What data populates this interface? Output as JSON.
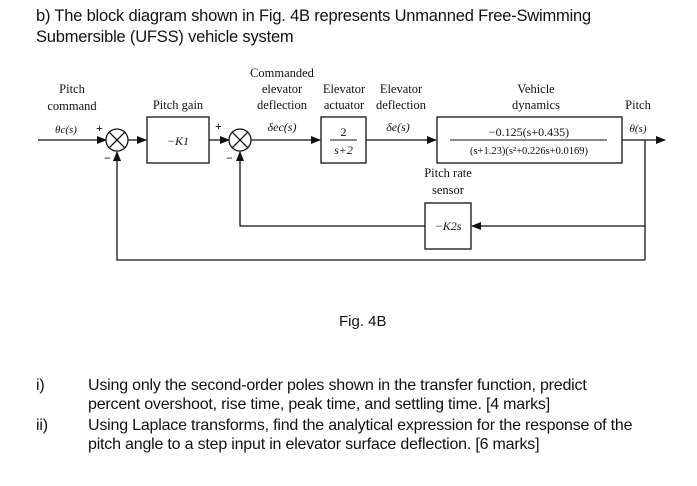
{
  "intro": {
    "line1": "b) The block diagram shown in Fig. 4B represents Unmanned Free-Swimming",
    "line2": "Submersible (UFSS) vehicle system"
  },
  "diagram": {
    "labels": {
      "pitch_command_1": "Pitch",
      "pitch_command_2": "command",
      "pitch_gain": "Pitch gain",
      "commanded_1": "Commanded",
      "commanded_2": "elevator",
      "commanded_3": "deflection",
      "actuator_1": "Elevator",
      "actuator_2": "actuator",
      "deflection_1": "Elevator",
      "deflection_2": "deflection",
      "vehicle_1": "Vehicle",
      "vehicle_2": "dynamics",
      "pitch_out": "Pitch",
      "sensor_1": "Pitch rate",
      "sensor_2": "sensor"
    },
    "signals": {
      "theta_c": "θc(s)",
      "delta_ec": "δec(s)",
      "delta_e": "δe(s)",
      "theta": "θ(s)"
    },
    "signs": {
      "sum1_plus": "+",
      "sum1_minus": "−",
      "sum2_plus": "+",
      "sum2_minus": "−"
    },
    "blocks": {
      "pitch_gain": "−K1",
      "actuator_num": "2",
      "actuator_den": "s+2",
      "vehicle_num": "−0.125(s+0.435)",
      "vehicle_den": "(s+1.23)(s²+0.226s+0.0169)",
      "sensor": "−K2s"
    }
  },
  "caption": "Fig. 4B",
  "questions": [
    {
      "num": "i)",
      "line1": "Using only the second-order poles shown in the transfer function, predict",
      "line2": "percent overshoot, rise time, peak time, and settling time. [4 marks]"
    },
    {
      "num": "ii)",
      "line1": "Using Laplace transforms, find the analytical expression for the response of the",
      "line2": "pitch angle to a step input in elevator surface deflection. [6 marks]"
    }
  ]
}
